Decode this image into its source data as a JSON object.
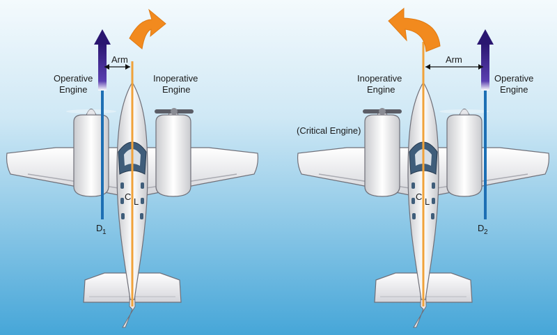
{
  "left_panel": {
    "operative_label": [
      "Operative",
      "Engine"
    ],
    "inoperative_label": [
      "Inoperative",
      "Engine"
    ],
    "arm_label": "Arm",
    "distance_label": "D",
    "distance_subscript": "1",
    "centerline_c": "C",
    "centerline_l": "L"
  },
  "right_panel": {
    "inoperative_label": [
      "Inoperative",
      "Engine"
    ],
    "critical_label": "(Critical Engine)",
    "operative_label": [
      "Operative",
      "Engine"
    ],
    "arm_label": "Arm",
    "distance_label": "D",
    "distance_subscript": "2",
    "centerline_c": "C",
    "centerline_l": "L"
  },
  "colors": {
    "background_top": "#f4fafd",
    "background_bottom": "#46a6d8",
    "thrust_arrow": "#3b1f87",
    "thrust_line": "#1d6fb4",
    "centerline": "#f0a23a",
    "yaw_arrow": "#f28a1e",
    "aircraft": "#f3f3f5",
    "aircraft_outline": "#6f6f78"
  }
}
